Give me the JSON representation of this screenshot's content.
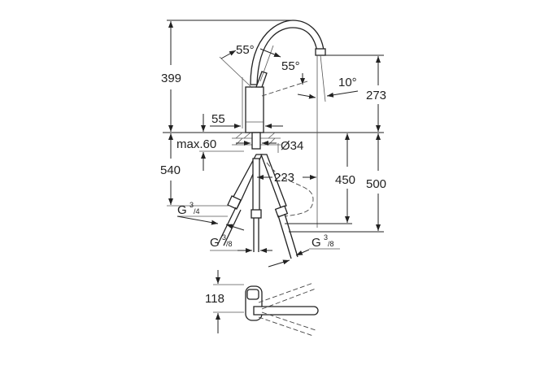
{
  "drawing": {
    "dimensions": {
      "total_height": "399",
      "handle_angle_left": "55°",
      "handle_angle_right": "55°",
      "spout_angle": "10°",
      "spout_outlet_height": "273",
      "body_width": "55",
      "max_counter_thickness": "max.60",
      "hole_diameter": "Ø34",
      "hose_length": "540",
      "spout_reach": "223",
      "pullout_height": "450",
      "below_counter": "500",
      "top_view_depth": "118"
    },
    "connections": {
      "main": {
        "g": "G",
        "num": "3",
        "den": "/4"
      },
      "left": {
        "g": "G",
        "num": "3",
        "den": "/8"
      },
      "right": {
        "g": "G",
        "num": "3",
        "den": "/8"
      }
    },
    "colors": {
      "line": "#222222",
      "background": "#ffffff"
    }
  }
}
